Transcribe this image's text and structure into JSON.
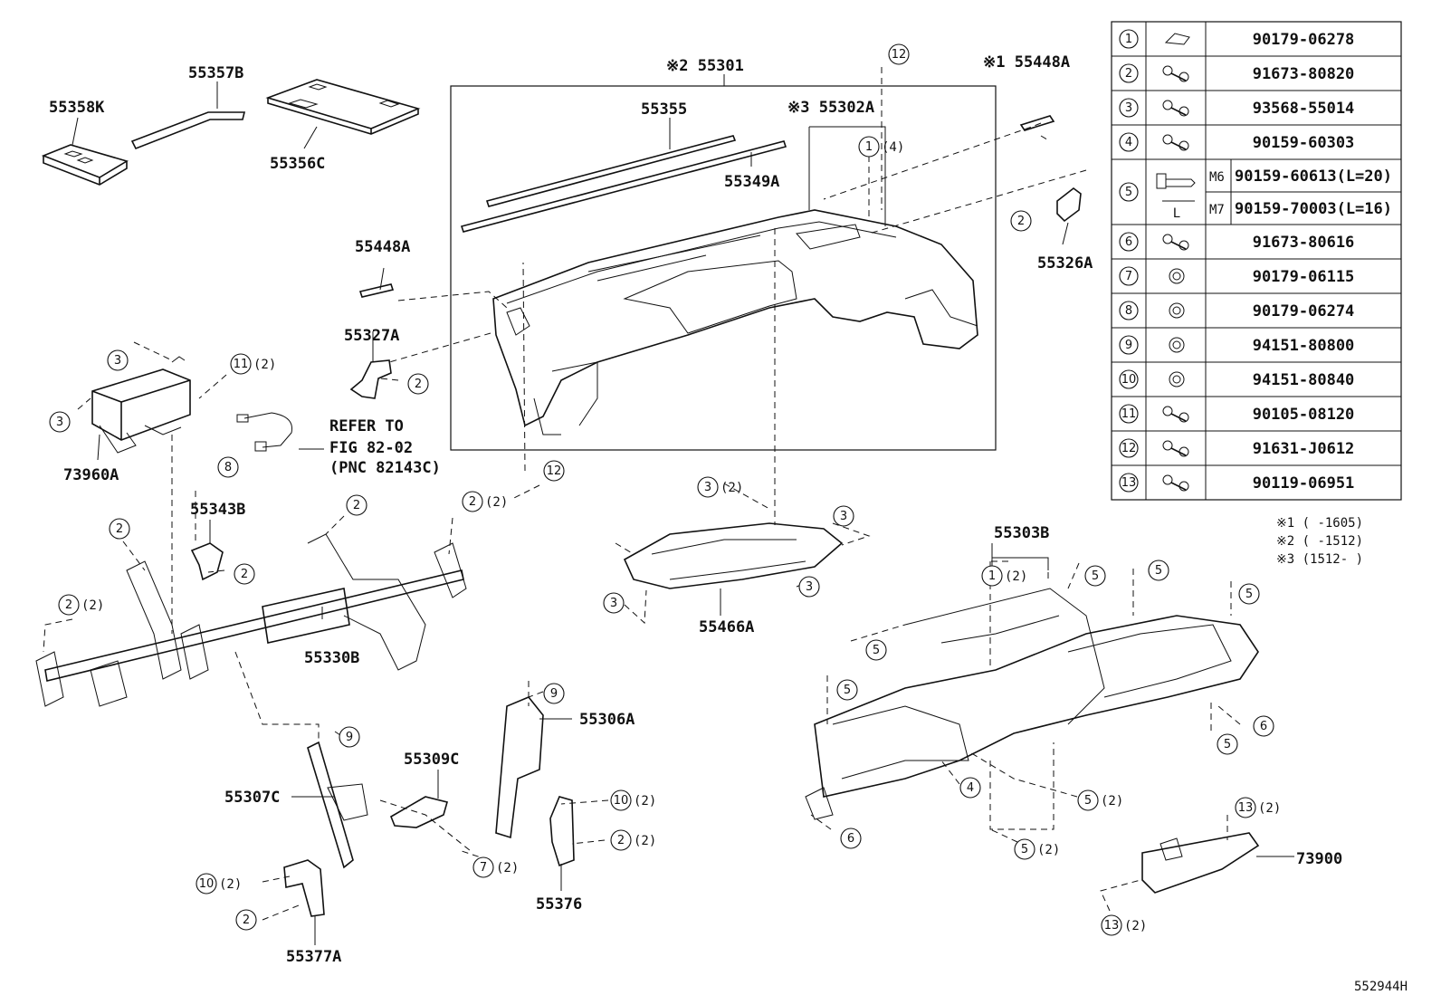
{
  "labels": {
    "p55358K": "55358K",
    "p55357B": "55357B",
    "p55356C": "55356C",
    "p55301": "※2 55301",
    "p55355": "55355",
    "p55302A": "※3 55302A",
    "p55349A": "55349A",
    "p55448A_top": "※1 55448A",
    "p55448A": "55448A",
    "p55326A": "55326A",
    "p55327A": "55327A",
    "p73960A": "73960A",
    "refer1": "REFER TO",
    "refer2": "FIG 82-02",
    "refer3": "(PNC 82143C)",
    "p55343B": "55343B",
    "p55330B": "55330B",
    "p55466A": "55466A",
    "p55303B": "55303B",
    "p55306A": "55306A",
    "p55309C": "55309C",
    "p55307C": "55307C",
    "p55376": "55376",
    "p55377A": "55377A",
    "p73900": "73900",
    "diagram_id": "552944H"
  },
  "callouts": {
    "c1_4": "(4)",
    "c1_2": "(2)",
    "c11_2": "(2)",
    "c2_2a": "(2)",
    "c2_2b": "(2)",
    "c3_2": "(2)",
    "c10_2a": "(2)",
    "c2_2c": "(2)",
    "c7_2": "(2)",
    "c10_2b": "(2)",
    "c5_2a": "(2)",
    "c5_2b": "(2)",
    "c13_2a": "(2)",
    "c13_2b": "(2)",
    "n1": "1",
    "n2": "2",
    "n3": "3",
    "n4": "4",
    "n5": "5",
    "n6": "6",
    "n7": "7",
    "n8": "8",
    "n9": "9",
    "n10": "10",
    "n11": "11",
    "n12": "12",
    "n13": "13"
  },
  "table": {
    "rows": [
      {
        "num": "1",
        "part": "90179-06278",
        "icon": "clip-nut-icon"
      },
      {
        "num": "2",
        "part": "91673-80820",
        "icon": "bolt-icon"
      },
      {
        "num": "3",
        "part": "93568-55014",
        "icon": "screw-icon"
      },
      {
        "num": "4",
        "part": "90159-60303",
        "icon": "screw-icon"
      },
      {
        "num": "5",
        "m6": "M6",
        "part_m6": "90159-60613(L=20)",
        "m7": "M7",
        "part_m7": "90159-70003(L=16)",
        "dim": "L",
        "icon": "flange-bolt-icon"
      },
      {
        "num": "6",
        "part": "91673-80616",
        "icon": "bolt-icon"
      },
      {
        "num": "7",
        "part": "90179-06115",
        "icon": "nut-icon"
      },
      {
        "num": "8",
        "part": "90179-06274",
        "icon": "nut-icon"
      },
      {
        "num": "9",
        "part": "94151-80800",
        "icon": "nut-icon"
      },
      {
        "num": "10",
        "part": "94151-80840",
        "icon": "nut-icon"
      },
      {
        "num": "11",
        "part": "90105-08120",
        "icon": "bolt-icon"
      },
      {
        "num": "12",
        "part": "91631-J0612",
        "icon": "bolt-icon"
      },
      {
        "num": "13",
        "part": "90119-06951",
        "icon": "bolt-icon"
      }
    ]
  },
  "notes": {
    "n1": "※1 (      -1605)",
    "n2": "※2 (      -1512)",
    "n3": "※3 (1512-      )"
  }
}
